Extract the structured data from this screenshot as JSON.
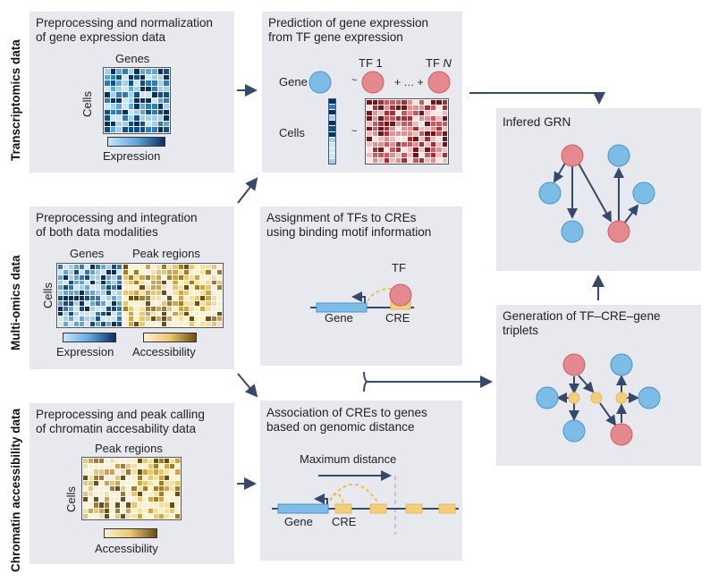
{
  "colors": {
    "panel_bg": "#e8e9ee",
    "arrow": "#34496b",
    "gene_blue": "#7bbde6",
    "gene_blue_edge": "#4b93cf",
    "tf_red": "#e48a8f",
    "tf_red_edge": "#cf5e66",
    "cre_yellow": "#f2cf78",
    "blue_scale": [
      "#c7e6fb",
      "#9fd0f2",
      "#5ea9dc",
      "#2a7cc1",
      "#0d4f95",
      "#082f66"
    ],
    "red_scale": [
      "#fde3e3",
      "#f6b9b9",
      "#ea8c8c",
      "#d45458",
      "#b12a33",
      "#7c1018"
    ],
    "gold_scale": [
      "#fcf1cf",
      "#f6df9f",
      "#ebc66c",
      "#d6a43f",
      "#a77b26",
      "#6e4e14"
    ]
  },
  "row_labels": {
    "transcriptomics": "Transcriptomics data",
    "multiomics": "Multi-omics data",
    "chromatin": "Chromatin accessibility data"
  },
  "panels": {
    "transcriptomics": {
      "title": "Preprocessing and normalization\nof gene expression data",
      "col_label": "Genes",
      "row_label": "Cells",
      "scale_label": "Expression"
    },
    "prediction": {
      "title": "Prediction of gene expression\nfrom TF gene expression",
      "gene_label": "Gene",
      "cells_label": "Cells",
      "tf1_label": "TF 1",
      "tfn_label": "TF ",
      "tfn_italic": "N",
      "tilde": "~",
      "plus_dots": "+ … +"
    },
    "grn": {
      "title": "Infered GRN"
    },
    "multiomics": {
      "title": "Preprocessing and integration\nof both data modalities",
      "col_label_genes": "Genes",
      "col_label_peaks": "Peak regions",
      "row_label": "Cells",
      "scale_label_expr": "Expression",
      "scale_label_acc": "Accessibility"
    },
    "assignment": {
      "title": "Assignment of TFs to CREs\nusing binding motif information",
      "tf_label": "TF",
      "gene_label": "Gene",
      "cre_label": "CRE"
    },
    "triplets": {
      "title": "Generation of TF–CRE–gene\ntriplets"
    },
    "chromatin": {
      "title": "Preprocessing and peak calling\nof chromatin accesability data",
      "col_label": "Peak regions",
      "row_label": "Cells",
      "scale_label": "Accessibility"
    },
    "association": {
      "title": "Association of CREs to genes\nbased on genomic distance",
      "max_distance_label": "Maximum distance",
      "gene_label": "Gene",
      "cre_label": "CRE"
    }
  },
  "heatmaps": {
    "transcriptomics": {
      "rows": 11,
      "cols": 11,
      "scale": "blue_scale",
      "seed": 3
    },
    "multiomics_genes": {
      "rows": 12,
      "cols": 12,
      "scale": "blue_scale",
      "seed": 7
    },
    "multiomics_peaks": {
      "rows": 12,
      "cols": 18,
      "scale": "gold_scale",
      "seed": 11
    },
    "chromatin": {
      "rows": 11,
      "cols": 18,
      "scale": "gold_scale",
      "seed": 19
    },
    "prediction_tf": {
      "rows": 12,
      "cols": 14,
      "scale": "red_scale",
      "seed": 23
    },
    "prediction_gene": {
      "rows": 12,
      "cols": 1,
      "scale": "blue_scale",
      "seed": 29
    }
  }
}
